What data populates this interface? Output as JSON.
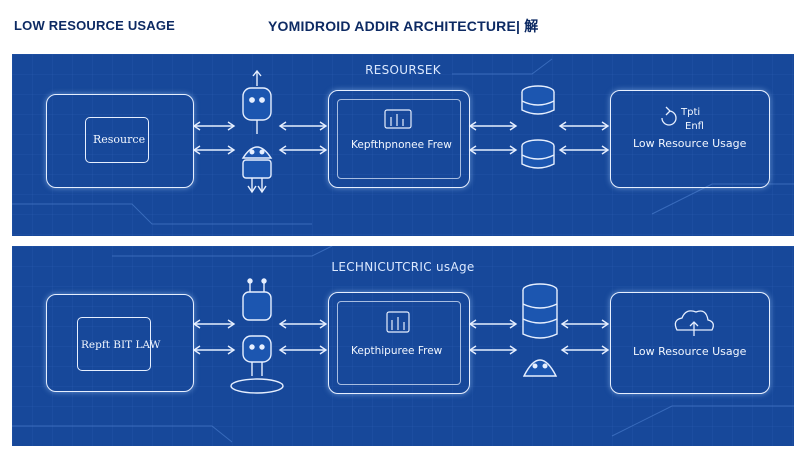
{
  "header": {
    "left_title": "LOW RESOURCE USAGE",
    "center_title": "YOMIDROID ADDIR ARCHITECTURE| 解"
  },
  "panel_top": {
    "title": "RESOURSEK",
    "source_label": "Resource",
    "middle_label": "Kepfthpnonee Frew",
    "right_line1": "Tpti",
    "right_line2": "Enfl",
    "right_line3": "Low Resource Usage",
    "icons": [
      "robot-icon",
      "android-icon",
      "database-icon",
      "refresh-icon",
      "monitor-icon"
    ]
  },
  "panel_bottom": {
    "title": "LECHNICUTCRIC usAge",
    "source_label": "Repft BIT LAW",
    "middle_label": "Kepthipuree Frew",
    "right_label": "Low Resource Usage",
    "icons": [
      "robot-icon",
      "android-icon",
      "database-icon",
      "cloud-icon",
      "bot-head-icon"
    ]
  },
  "colors": {
    "panel_blue": "#17489a",
    "line": "#e6efff",
    "header_text": "#0d2a63"
  }
}
